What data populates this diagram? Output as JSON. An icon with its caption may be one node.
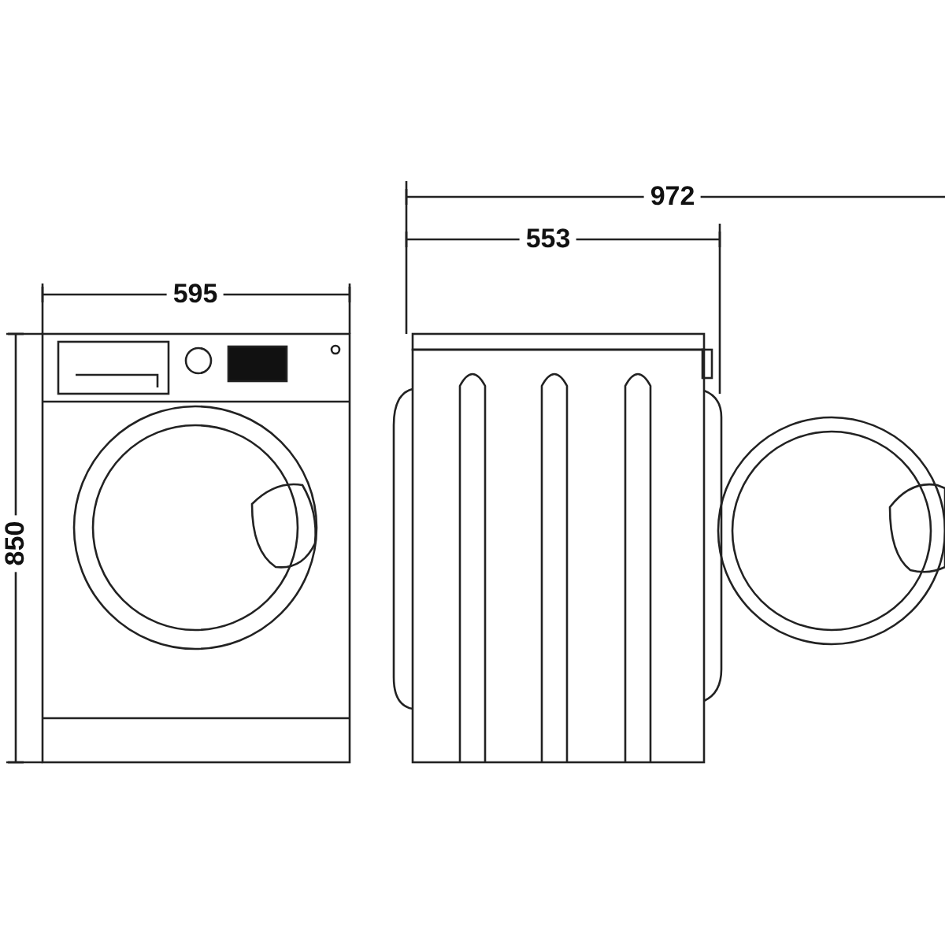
{
  "diagram": {
    "labels": [
      "972",
      "553",
      "595",
      "850"
    ]
  }
}
